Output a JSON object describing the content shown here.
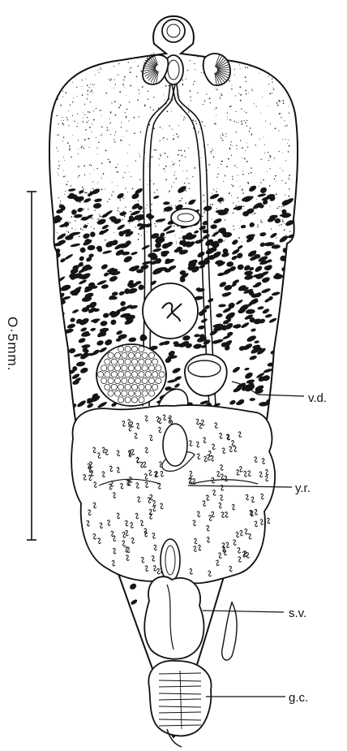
{
  "scale_bar": {
    "label": "O·5mm."
  },
  "labels": {
    "vd": "v.d.",
    "yr": "y.r.",
    "sv": "s.v.",
    "gc": "g.c."
  },
  "colors": {
    "ink": "#111111",
    "paper": "#ffffff"
  }
}
